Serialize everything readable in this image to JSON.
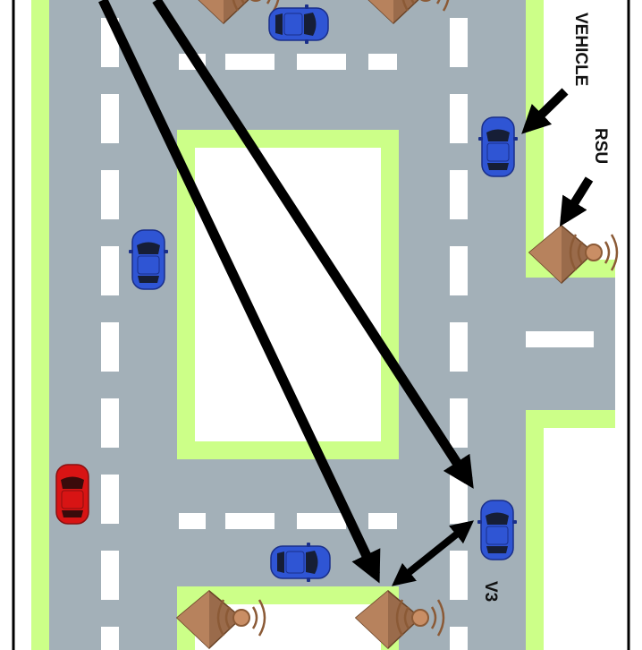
{
  "labels": {
    "vehicle": "VEHICLE",
    "rsu": "RSU",
    "v3": "V3"
  },
  "colors": {
    "road": "#a3b0b8",
    "grass": "#ccff88",
    "lane_marking": "#ffffff",
    "vehicle_blue": "#2f55d4",
    "vehicle_red": "#d81414",
    "rsu_body": "#9a6b4b",
    "arrow": "#000000"
  },
  "icons": [
    "car-icon",
    "rsu-antenna-icon"
  ]
}
